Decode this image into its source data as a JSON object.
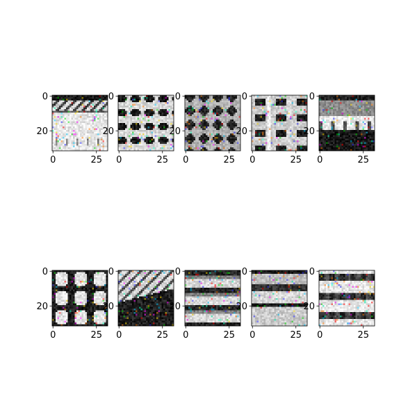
{
  "figure": {
    "background": "#ffffff",
    "axes_color": "#000000"
  },
  "chart_data": {
    "type": "heatmap",
    "layout": {
      "rows": 2,
      "cols": 5
    },
    "image_size": [
      32,
      32
    ],
    "xlim": [
      0,
      31
    ],
    "ylim": [
      31,
      0
    ],
    "xticks": [
      0,
      25
    ],
    "yticks": [
      0,
      20
    ],
    "grid": false,
    "legend": "none",
    "xtick_labels": [
      "0",
      "25"
    ],
    "ytick_labels": [
      "0",
      "20"
    ],
    "panels": [
      {
        "pattern": "light-top-noise"
      },
      {
        "pattern": "dark-blobs-on-light"
      },
      {
        "pattern": "noisy-blobs-dark"
      },
      {
        "pattern": "vertical-stripes"
      },
      {
        "pattern": "light-over-dark-band"
      },
      {
        "pattern": "light-blobs-on-dark"
      },
      {
        "pattern": "light-diagonal-over-dark"
      },
      {
        "pattern": "horizontal-bands-noisy"
      },
      {
        "pattern": "horizontal-bands-sparse"
      },
      {
        "pattern": "dark-rows-on-light"
      }
    ]
  }
}
